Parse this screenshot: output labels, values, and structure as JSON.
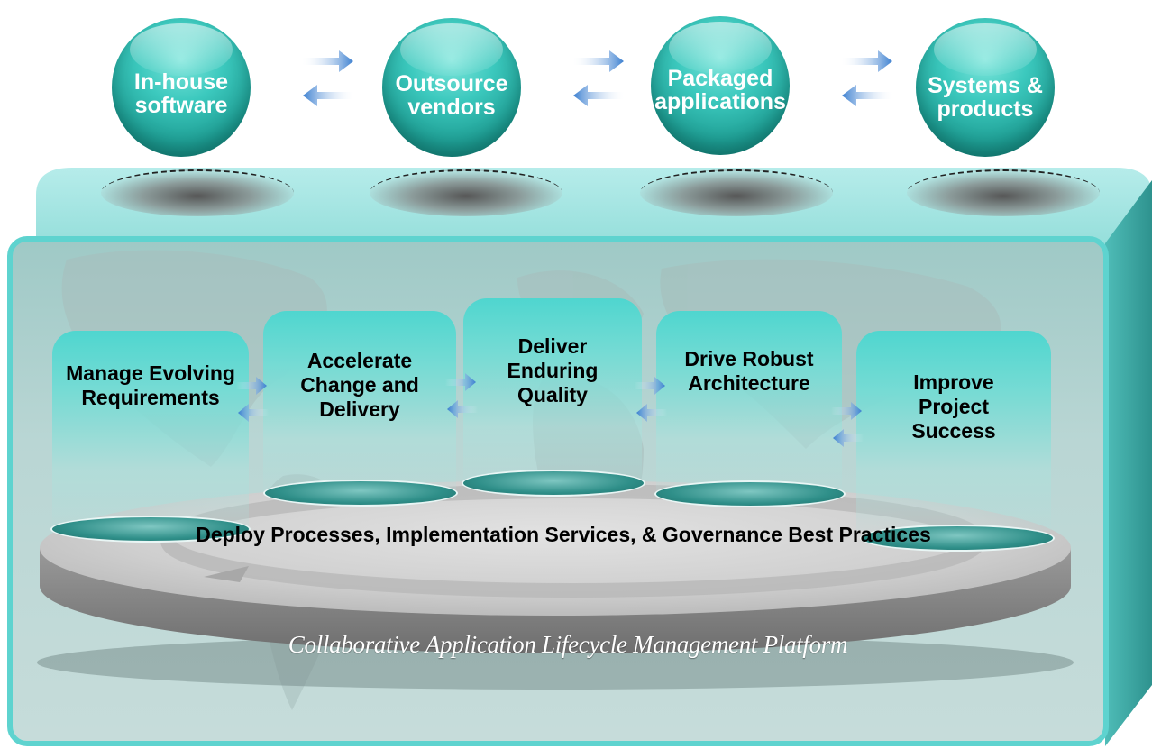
{
  "sources": [
    {
      "label": "In-house software"
    },
    {
      "label": "Outsource vendors"
    },
    {
      "label": "Packaged applications"
    },
    {
      "label": "Systems & products"
    }
  ],
  "pillars": [
    {
      "label": "Manage Evolving Requirements"
    },
    {
      "label": "Accelerate Change and Delivery"
    },
    {
      "label": "Deliver Enduring Quality"
    },
    {
      "label": "Drive Robust Architecture"
    },
    {
      "label": "Improve Project Success"
    }
  ],
  "platform": {
    "text": "Deploy Processes, Implementation Services, & Governance Best Practices",
    "caption": "Collaborative Application Lifecycle Management Platform"
  },
  "colors": {
    "sphere": "#2fb9ae",
    "pillar": "#4fd6cf",
    "block": "#9fc9c6",
    "arrow": "#3b7fd0"
  }
}
